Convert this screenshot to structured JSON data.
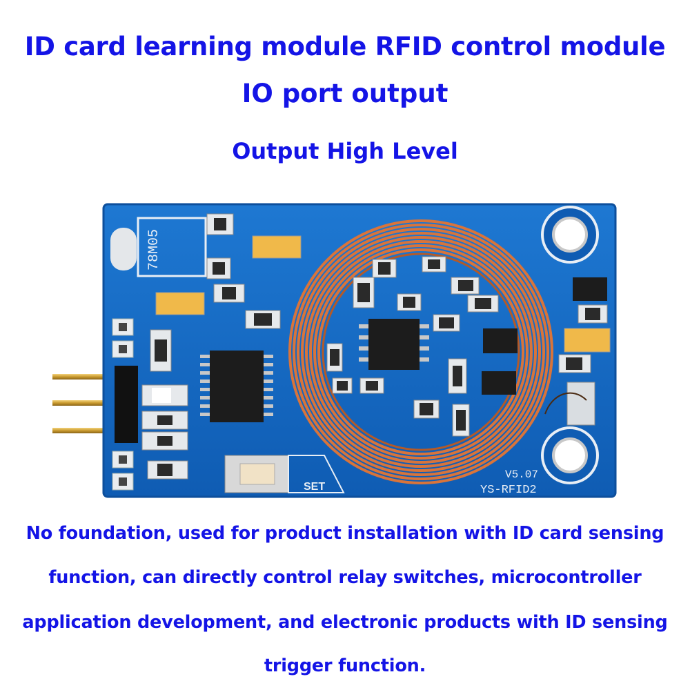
{
  "header": {
    "title_line1": "ID card learning module RFID control module",
    "title_line2": "IO port output",
    "subtitle": "Output High Level"
  },
  "board": {
    "regulator_marking": "78M05",
    "version_label": "V5.07",
    "model_label": "YS-RFID2",
    "set_button_label": "SET"
  },
  "description": {
    "line1": "No foundation, used for product installation with ID card sensing",
    "line2": "function, can directly control relay switches, microcontroller",
    "line3": "application development, and electronic products with ID sensing",
    "line4": "trigger function."
  },
  "colors": {
    "text": "#1414e6",
    "pcb": "#1565c0",
    "copper_coil": "#d9743a"
  }
}
